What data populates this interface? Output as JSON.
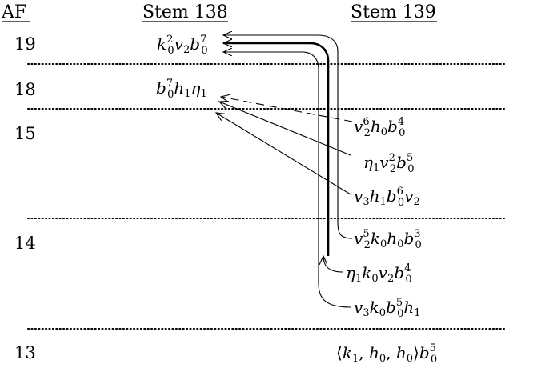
{
  "headers": {
    "af": "AF",
    "stem138": "Stem 138",
    "stem139": "Stem 139"
  },
  "af_levels": [
    "19",
    "18",
    "15",
    "14",
    "13"
  ],
  "elements": {
    "e19": {
      "name": "k_0^2 v_2 b_0^7"
    },
    "e18": {
      "name": "b_0^7 h_1 η_1"
    },
    "a": {
      "name": "v_2^6 h_0 b_0^4"
    },
    "b": {
      "name": "η_1 v_2^2 b_0^5"
    },
    "c": {
      "name": "v_3 h_1 b_0^6 v_2"
    },
    "d": {
      "name": "v_2^5 k_0 h_0 b_0^3"
    },
    "e": {
      "name": "η_1 k_0 v_2 b_0^4"
    },
    "f": {
      "name": "v_3 k_0 b_0^5 h_1"
    },
    "g": {
      "name": "⟨k_1, h_0, h_0⟩ b_0^5"
    }
  }
}
